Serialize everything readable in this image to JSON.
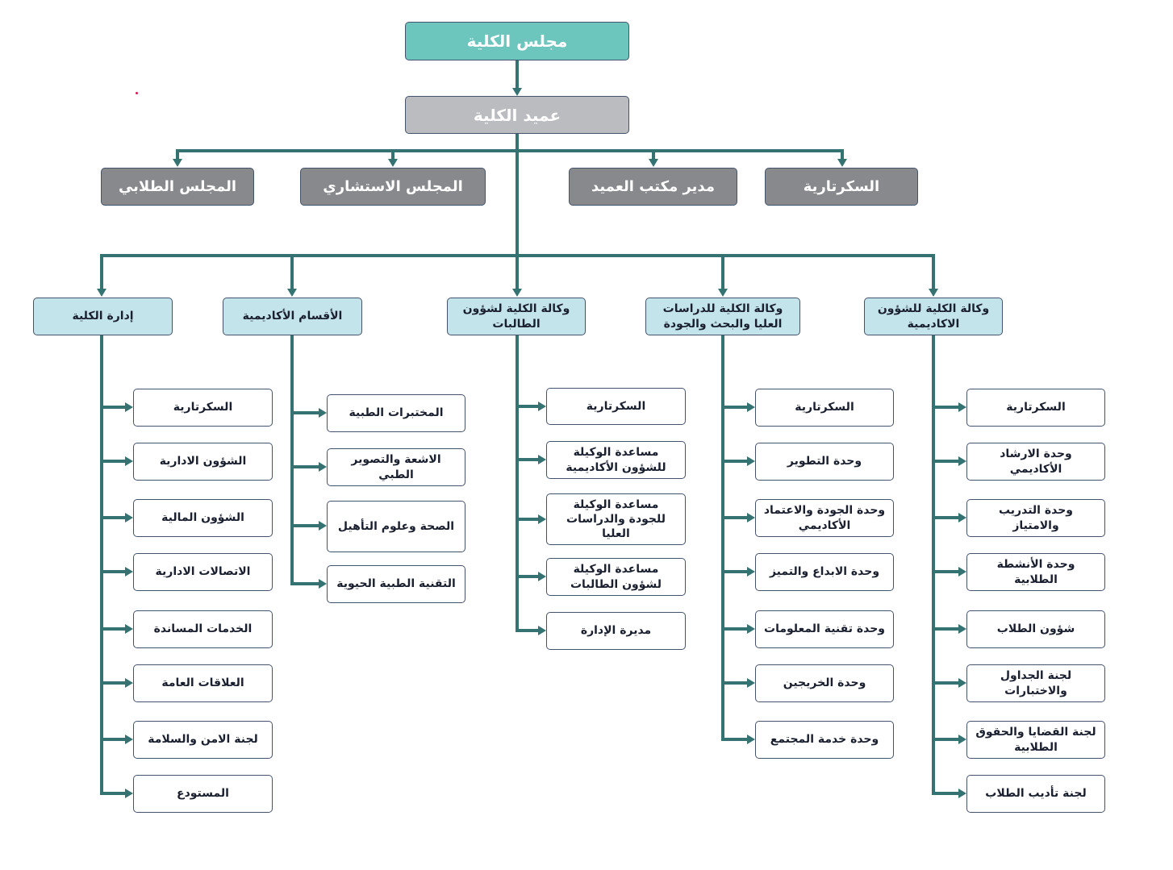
{
  "top": {
    "council": "مجلس الكلية",
    "dean": "عميد الكلية"
  },
  "staff": [
    "السكرتارية",
    "مدير مكتب العميد",
    "المجلس الاستشاري",
    "المجلس الطلابي"
  ],
  "branches": [
    {
      "title": "وكالة الكلية للشؤون الاكاديمية",
      "units": [
        "السكرتارية",
        "وحدة الارشاد الأكاديمي",
        "وحدة التدريب والامتياز",
        "وحدة الأنشطة الطلابية",
        "شؤون الطلاب",
        "لجنة الجداول والاختبارات",
        "لجنة القضايا والحقوق الطلابية",
        "لجنة تأديب الطلاب"
      ]
    },
    {
      "title": "وكالة الكلية للدراسات العليا والبحث والجودة",
      "units": [
        "السكرتارية",
        "وحدة التطوير",
        "وحدة الجودة والاعتماد الأكاديمي",
        "وحدة الابداع والتميز",
        "وحدة تقنية المعلومات",
        "وحدة الخريجين",
        "وحدة خدمة المجتمع"
      ]
    },
    {
      "title": "وكالة الكلية لشؤون الطالبات",
      "units": [
        "السكرتارية",
        "مساعدة الوكيلة للشؤون الأكاديمية",
        "مساعدة الوكيلة للجودة والدراسات العليا",
        "مساعدة الوكيلة لشؤون الطالبات",
        "مديرة الإدارة"
      ]
    },
    {
      "title": "الأقسام الأكاديمية",
      "units": [
        "المختبرات الطبية",
        "الاشعة والتصوير الطبي",
        "الصحة وعلوم التأهيل",
        "التقنية الطبية الحيوية"
      ]
    },
    {
      "title": "إدارة الكلية",
      "units": [
        "السكرتارية",
        "الشؤون الادارية",
        "الشؤون المالية",
        "الاتصالات الادارية",
        "الخدمات المساندة",
        "العلاقات العامة",
        "لجنة الامن والسلامة",
        "المستودع"
      ]
    }
  ],
  "colors": {
    "connector": "#357372",
    "council_fill": "#6cc6bd",
    "dean_fill": "#bbbcc0",
    "staff_fill": "#88898d",
    "branch_fill": "#c4e4eb",
    "border": "#44536a"
  }
}
